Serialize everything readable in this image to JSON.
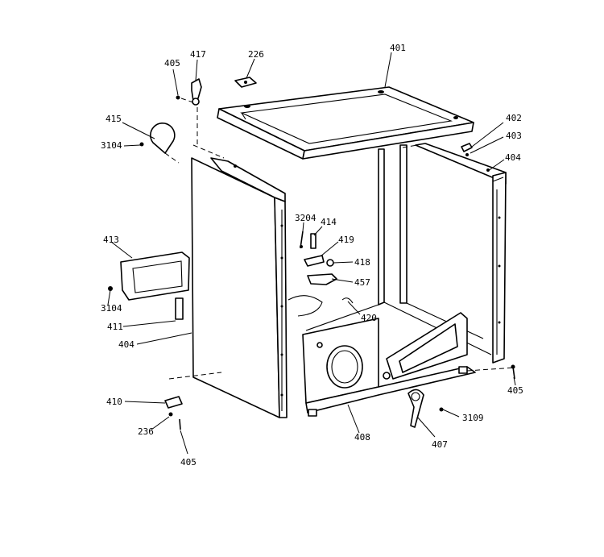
{
  "callouts": {
    "c401": "401",
    "c402": "402",
    "c403": "403",
    "c404_right": "404",
    "c405_top": "405",
    "c417": "417",
    "c226": "226",
    "c415": "415",
    "c3104_top": "3104",
    "c3204": "3204",
    "c414": "414",
    "c419": "419",
    "c418": "418",
    "c457": "457",
    "c420": "420",
    "c413": "413",
    "c3104_left": "3104",
    "c411": "411",
    "c404_left": "404",
    "c405_right": "405",
    "c3109": "3109",
    "c407": "407",
    "c408": "408",
    "c410": "410",
    "c236": "236",
    "c405_bottom": "405"
  }
}
